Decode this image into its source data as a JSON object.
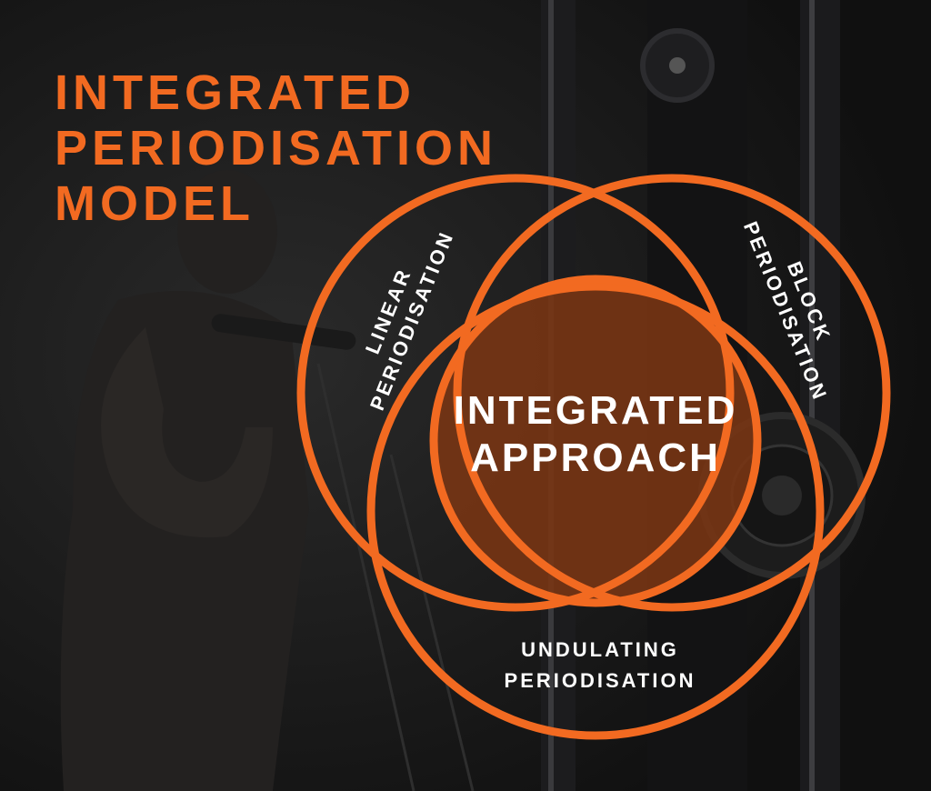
{
  "title": {
    "lines": [
      "INTEGRATED",
      "PERIODISATION",
      "MODEL"
    ],
    "color": "#f26a21"
  },
  "diagram": {
    "type": "venn",
    "ring_color": "#f26a21",
    "center_fill": "#7a3513",
    "circles": [
      {
        "label_lines": [
          "LINEAR",
          "PERIODISATION"
        ]
      },
      {
        "label_lines": [
          "BLOCK",
          "PERIODISATION"
        ]
      },
      {
        "label_lines": [
          "UNDULATING",
          "PERIODISATION"
        ]
      }
    ],
    "center": {
      "label_lines": [
        "INTEGRATED",
        "APPROACH"
      ]
    }
  }
}
